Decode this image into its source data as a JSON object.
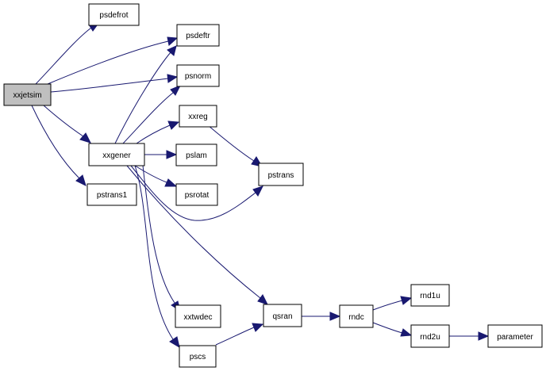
{
  "nodes": {
    "xxjetsim": "xxjetsim",
    "psdefrot": "psdefrot",
    "psdeftr": "psdeftr",
    "psnorm": "psnorm",
    "xxreg": "xxreg",
    "xxgener": "xxgener",
    "pslam": "pslam",
    "pstrans": "pstrans",
    "psrotat": "psrotat",
    "pstrans1": "pstrans1",
    "xxtwdec": "xxtwdec",
    "qsran": "qsran",
    "rndc": "rndc",
    "rnd1u": "rnd1u",
    "rnd2u": "rnd2u",
    "parameter": "parameter",
    "pscs": "pscs"
  },
  "edges": [
    {
      "from": "xxjetsim",
      "to": "psdefrot"
    },
    {
      "from": "xxjetsim",
      "to": "psdeftr"
    },
    {
      "from": "xxjetsim",
      "to": "psnorm"
    },
    {
      "from": "xxjetsim",
      "to": "xxgener"
    },
    {
      "from": "xxjetsim",
      "to": "pstrans1"
    },
    {
      "from": "xxgener",
      "to": "psdeftr"
    },
    {
      "from": "xxgener",
      "to": "psnorm"
    },
    {
      "from": "xxgener",
      "to": "xxreg"
    },
    {
      "from": "xxgener",
      "to": "pslam"
    },
    {
      "from": "xxgener",
      "to": "psrotat"
    },
    {
      "from": "xxgener",
      "to": "pstrans"
    },
    {
      "from": "xxgener",
      "to": "xxtwdec"
    },
    {
      "from": "xxgener",
      "to": "qsran"
    },
    {
      "from": "xxgener",
      "to": "pscs"
    },
    {
      "from": "xxreg",
      "to": "pstrans"
    },
    {
      "from": "pscs",
      "to": "qsran"
    },
    {
      "from": "qsran",
      "to": "rndc"
    },
    {
      "from": "rndc",
      "to": "rnd1u"
    },
    {
      "from": "rndc",
      "to": "rnd2u"
    },
    {
      "from": "rnd2u",
      "to": "parameter"
    }
  ]
}
